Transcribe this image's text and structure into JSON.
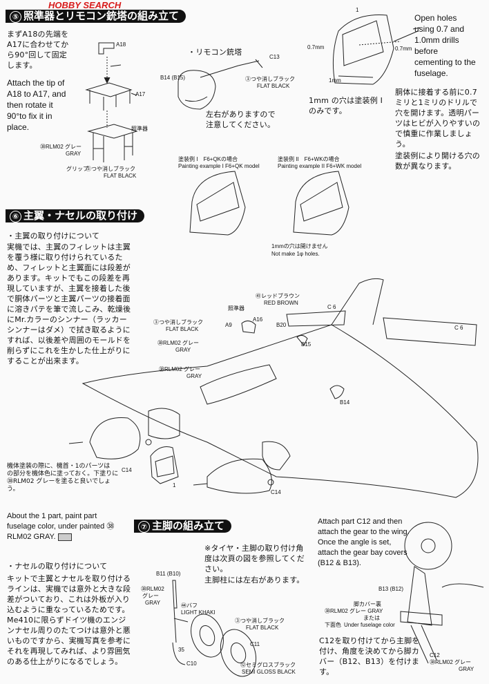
{
  "logo": "HOBBY SEARCH",
  "section5": {
    "number": "⑤",
    "title": "照準器とリモコン銃塔の組み立て",
    "jp_text": "まずA18の先端をA17に合わせてから90°回して固定します。",
    "en_text": "Attach the tip of A18 to A17, and then rotate it 90°to fix it in place.",
    "labels": {
      "a18": "A18",
      "a17": "A17",
      "sight": "照準器",
      "grip": "グリップ",
      "grip_color": "③つや消しブラック",
      "grip_color_en": "FLAT BLACK",
      "gray_jp": "㊳RLM02 グレー",
      "gray_en": "GRAY",
      "remote_turret": "・リモコン銃塔",
      "c13": "C13",
      "b14": "B14 (B15)",
      "flat_black_jp": "③つや消しブラック",
      "flat_black_en": "FLAT BLACK",
      "left_right_note": "左右がありますので注意してください。",
      "part1": "1",
      "mm07": "0.7mm",
      "mm07b": "0.7mm",
      "mm1": "1mm",
      "hole_note_jp": "1mm の穴は塗装例 I のみです。",
      "open_holes_en": "Open holes using 0.7 and 1.0mm drills before cementing to the fuselage.",
      "drill_jp": "胴体に接着する前に0.7ミリと1ミリのドリルで穴を開けます。透明パーツはヒビが入りやすいので慎重に作業しましょう。",
      "drill_jp2": "塗装例により開ける穴の数が異なります。",
      "ex1_jp": "塗装例 I　F6+QKの場合",
      "ex1_en": "Painting example I  F6+QK model",
      "ex2_jp": "塗装例 II　F6+WKの場合",
      "ex2_en": "Painting example II  F6+WK model",
      "nohole_jp": "1mmの穴は開けません",
      "nohole_en": "Not make 1φ holes."
    }
  },
  "section6": {
    "number": "⑥",
    "title": "主翼・ナセルの取り付け",
    "sub": "・主翼の取り付けについて",
    "text": "実機では、主翼のフィレットは主翼を覆う様に取り付けられているため、フィレットと主翼面には段差があります。キットでもこの段差を再現していますが、主翼を接着した後で胴体パーツと主翼パーツの接着面に溶きパテを筆で流しこみ、乾燥後にMr.カラーのシンナー（ラッカーシンナーはダメ）で拭き取るようにすれば、以後差や周囲のモールドを削らずにこれを生かした仕上がりにすることが出来ます。",
    "labels": {
      "red_brown_jp": "㊶レッドブラウン",
      "red_brown_en": "RED BROWN",
      "sight": "照準器",
      "flat_black_jp": "③つや消しブラック",
      "flat_black_en": "FLAT BLACK",
      "a9": "A9",
      "a16": "A16",
      "b20": "B20",
      "gray1_jp": "㊳RLM02 グレー",
      "gray1_en": "GRAY",
      "gray2_jp": "㊳RLM02 グレー",
      "gray2_en": "GRAY",
      "b15": "B15",
      "b14": "B14",
      "c6a": "C 6",
      "c6b": "C 6",
      "c14a": "C14",
      "c14b": "C14",
      "part1": "1"
    },
    "note_jp": "機体塗装の際に、機首・1のパーツは　　の部分を機体色に塗っておく。下塗りに㊳RLM02 グレーを塗ると良いでしょう。",
    "note_en": "About the 1 part, paint part fuselage color, under painted ㊳ RLM02 GRAY.",
    "nacelle_sub": "・ナセルの取り付けについて",
    "nacelle_text": "キットで主翼とナセルを取り付けるラインは、実機では意外と大きな段差がついており、これは外板が入り込むように重なっているためです。Me410に限らずドイツ機のエンジンナセル周りのたてつけは意外と悪いものですから、実機写真を参考にそれを再現してみれば、より雰囲気のある仕上がりになるでしょう。"
  },
  "section7": {
    "number": "⑦",
    "title": "主脚の組み立て",
    "tire_jp": "※タイヤ・主脚の取り付け角度は次頁の図を参照してください。",
    "strut_jp": "主脚柱には左右があります。",
    "attach_en": "Attach part C12 and then attach the gear to the wing. Once the angle is set, attach the gear bay covers (B12 & B13).",
    "attach_jp": "C12を取り付けてから主脚を付け、角度を決めてから脚カバー（B12、B13）を付けます。",
    "labels": {
      "b11": "B11 (B10)",
      "gray_jp": "㊳RLM02",
      "gray_jp2": "グレー",
      "gray_en": "GRAY",
      "buff_jp": "㊹バフ",
      "buff_en": "LIGHT KHAKI",
      "flat_black_jp": "③つや消しブラック",
      "flat_black_en": "FLAT BLACK",
      "c11": "C11",
      "c10": "C10",
      "semi_jp": "⑫セミグロスブラック",
      "semi_en": "SEMI GLOSS BLACK",
      "b13": "B13 (B12)",
      "bay_jp": "脚カバー裏",
      "bay_gray": "㊳RLM02 グレー GRAY",
      "or": "または",
      "under_jp": "下面色",
      "under_en": "Under fuselage color",
      "c12": "C12",
      "c12_gray": "㊳RLM02 グレー",
      "c12_gray_en": "GRAY",
      "mark": "35"
    }
  }
}
